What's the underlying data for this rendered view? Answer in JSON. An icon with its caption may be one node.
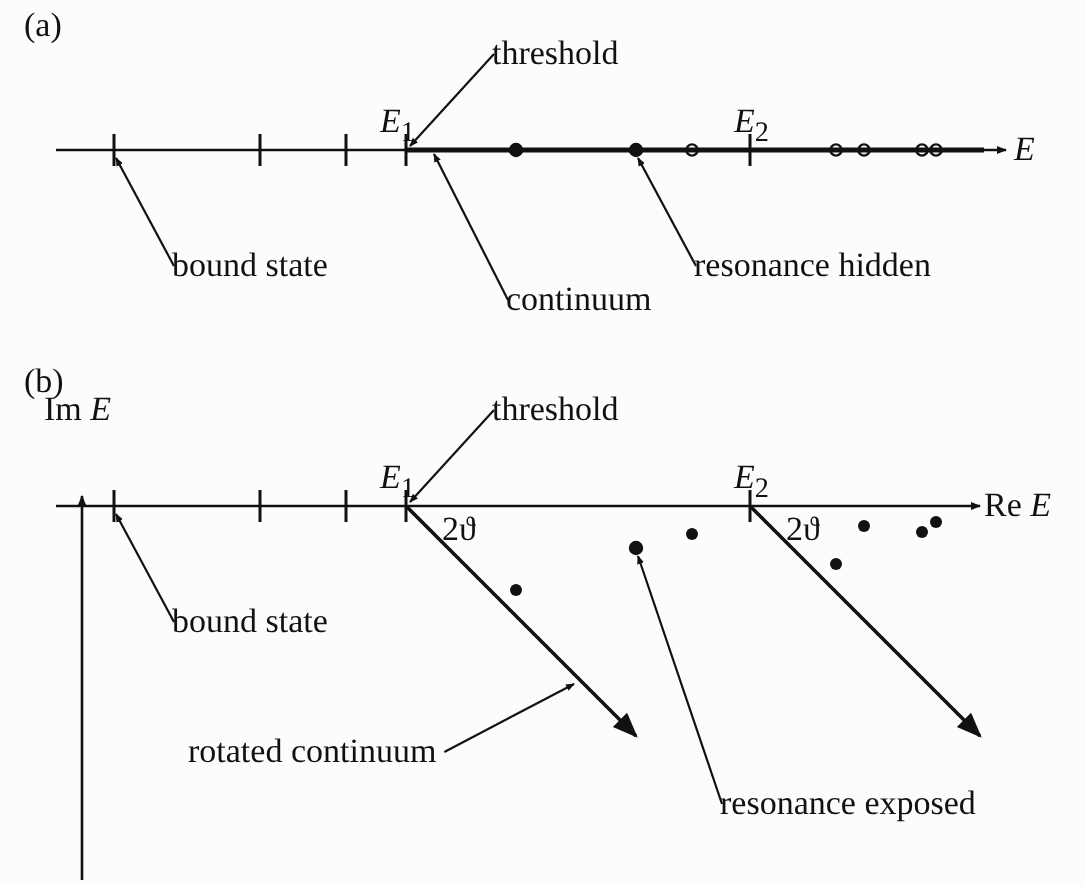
{
  "diagram": {
    "nodes": [
      {
        "text": [
          "bound state"
        ]
      },
      {
        "text": [],
        "shape": "bar"
      },
      {
        "text": [
          "threshold"
        ]
      },
      {
        "text": [
          "continuum"
        ]
      },
      {
        "text": [],
        "shape": "line"
      },
      {
        "text": [
          "resonance hidden"
        ]
      },
      {
        "text": [],
        "shape": "circle"
      },
      {
        "text": [
          "bound state"
        ]
      },
      {
        "text": [],
        "shape": "bar"
      },
      {
        "text": [
          "threshold"
        ]
      },
      {
        "text": [
          "rotated continuum"
        ]
      },
      {
        "text": [],
        "shape": "line"
      },
      {
        "text": [
          "resonance exposed"
        ]
      },
      {
        "text": [],
        "shape": "circle"
      }
    ],
    "edges": [
      {
        "from": 0,
        "to": 1,
        "arrow": "to"
      },
      {
        "from": 2,
        "to": 4,
        "arrow": "to"
      },
      {
        "from": 3,
        "to": 4,
        "arrow": "to"
      },
      {
        "from": 5,
        "to": 6,
        "arrow": "to"
      },
      {
        "from": 7,
        "to": 8,
        "arrow": "to"
      },
      {
        "from": 9,
        "to": 11,
        "arrow": "to"
      },
      {
        "from": 10,
        "to": 11,
        "arrow": "to"
      },
      {
        "from": 12,
        "to": 13,
        "arrow": "to"
      }
    ],
    "labels": [
      "(a)",
      "*E*$_{1}$",
      "*E*$_{2}$",
      "*E*",
      "(b)",
      "Im *E*",
      "*E*$_{1}$",
      "*E*$_{2}$",
      "2ϑ",
      "2ϑ",
      "Re *E*"
    ]
  }
}
